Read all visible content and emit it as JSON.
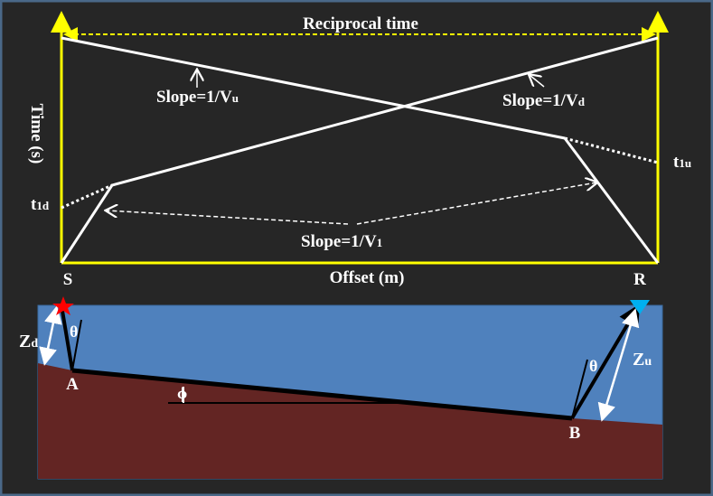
{
  "title": "Reciprocal time",
  "y_axis_label": "Time (s)",
  "x_axis_label": "Offset (m)",
  "slope_up": {
    "prefix": "Slope=1/V",
    "sub": "u"
  },
  "slope_down": {
    "prefix": "Slope=1/V",
    "sub": "d"
  },
  "slope_refractor": {
    "prefix": "Slope=1/V",
    "sub": "1"
  },
  "t1d": {
    "main": "t",
    "sub": "1d"
  },
  "t1u": {
    "main": "t",
    "sub": "1u"
  },
  "source_label": "S",
  "receiver_label": "R",
  "point_a": "A",
  "point_b": "B",
  "theta": "θ",
  "phi": "ϕ",
  "zd": {
    "main": "Z",
    "sub": "d"
  },
  "zu": {
    "main": "Z",
    "sub": "u"
  },
  "colors": {
    "background": "#262626",
    "axis": "#ffff00",
    "layer1": "#4f81bd",
    "layer2": "#632523",
    "source": "#ff0000",
    "receiver": "#00b0f0"
  }
}
